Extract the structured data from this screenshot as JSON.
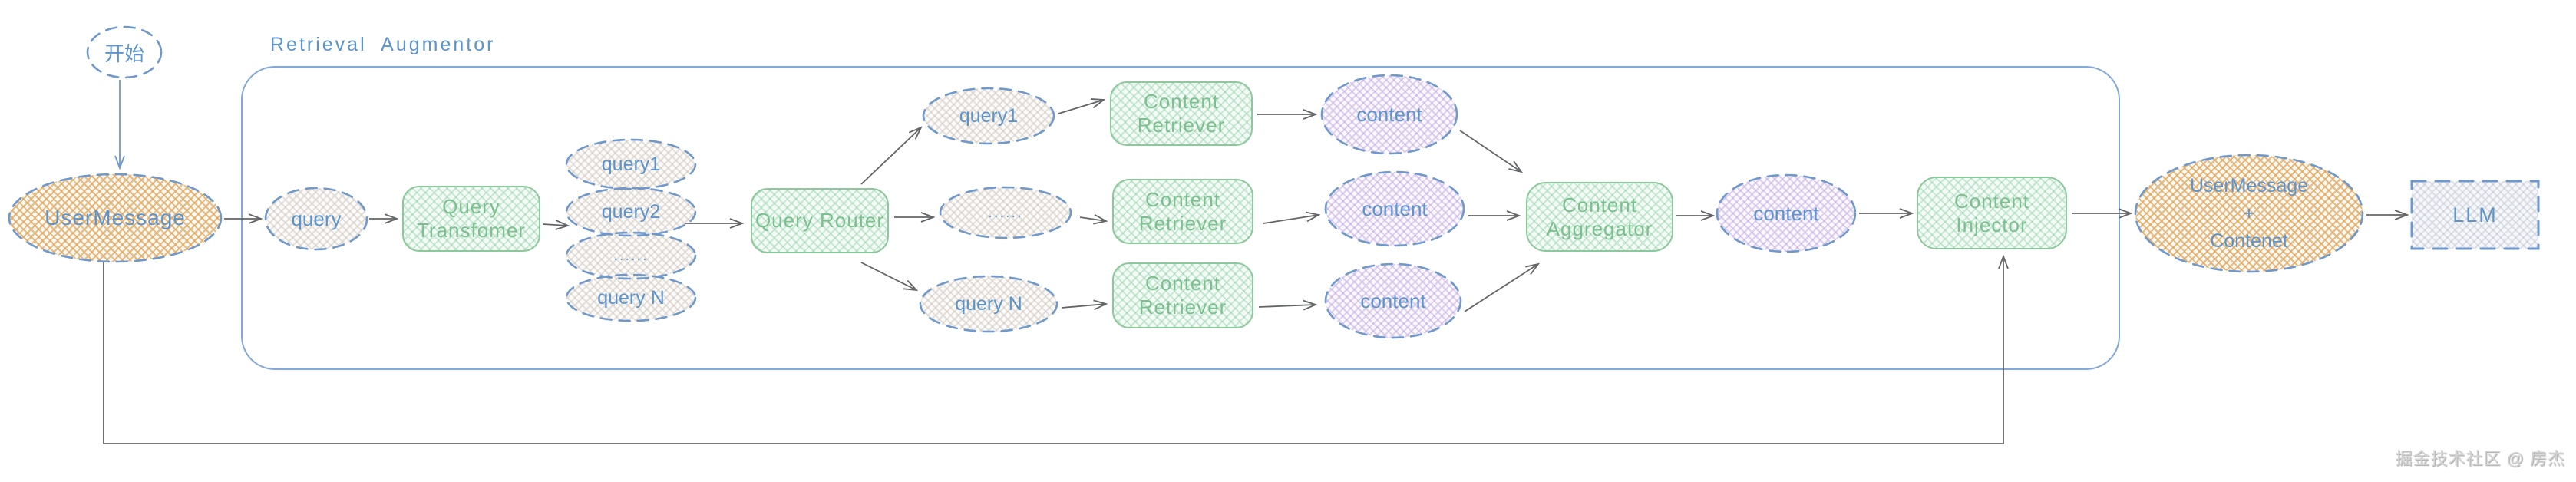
{
  "header": {
    "container_label": "Retrieval  Augmentor"
  },
  "nodes": {
    "start": {
      "label": "开始"
    },
    "user_message": {
      "label": "UserMessage"
    },
    "query": {
      "label": "query"
    },
    "query_transfomer": {
      "label": "Query Transfomer"
    },
    "query_stack": {
      "q1": "query1",
      "q2": "query2",
      "dots": "......",
      "qn": "query N"
    },
    "branch": {
      "q1": "query1",
      "dots": "......",
      "qn": "query N"
    },
    "content_retriever": {
      "label": "Content Retriever"
    },
    "content": {
      "label": "content"
    },
    "content_aggregator": {
      "label": "Content Aggregator"
    },
    "content_injector": {
      "label": "Content Injector"
    },
    "user_message_content": {
      "label": "UserMessage\n+\nContenet"
    },
    "llm": {
      "label": "LLM"
    }
  },
  "colors": {
    "blue_accent": "#5d94cc",
    "green_accent": "#7cc08f",
    "orange_hatch": "#dfa55c",
    "purple_hatch": "#ba9ee0",
    "arrow_gray": "#636567",
    "container_border": "#84a8d8"
  },
  "watermark": "掘金技术社区 @ 房杰"
}
